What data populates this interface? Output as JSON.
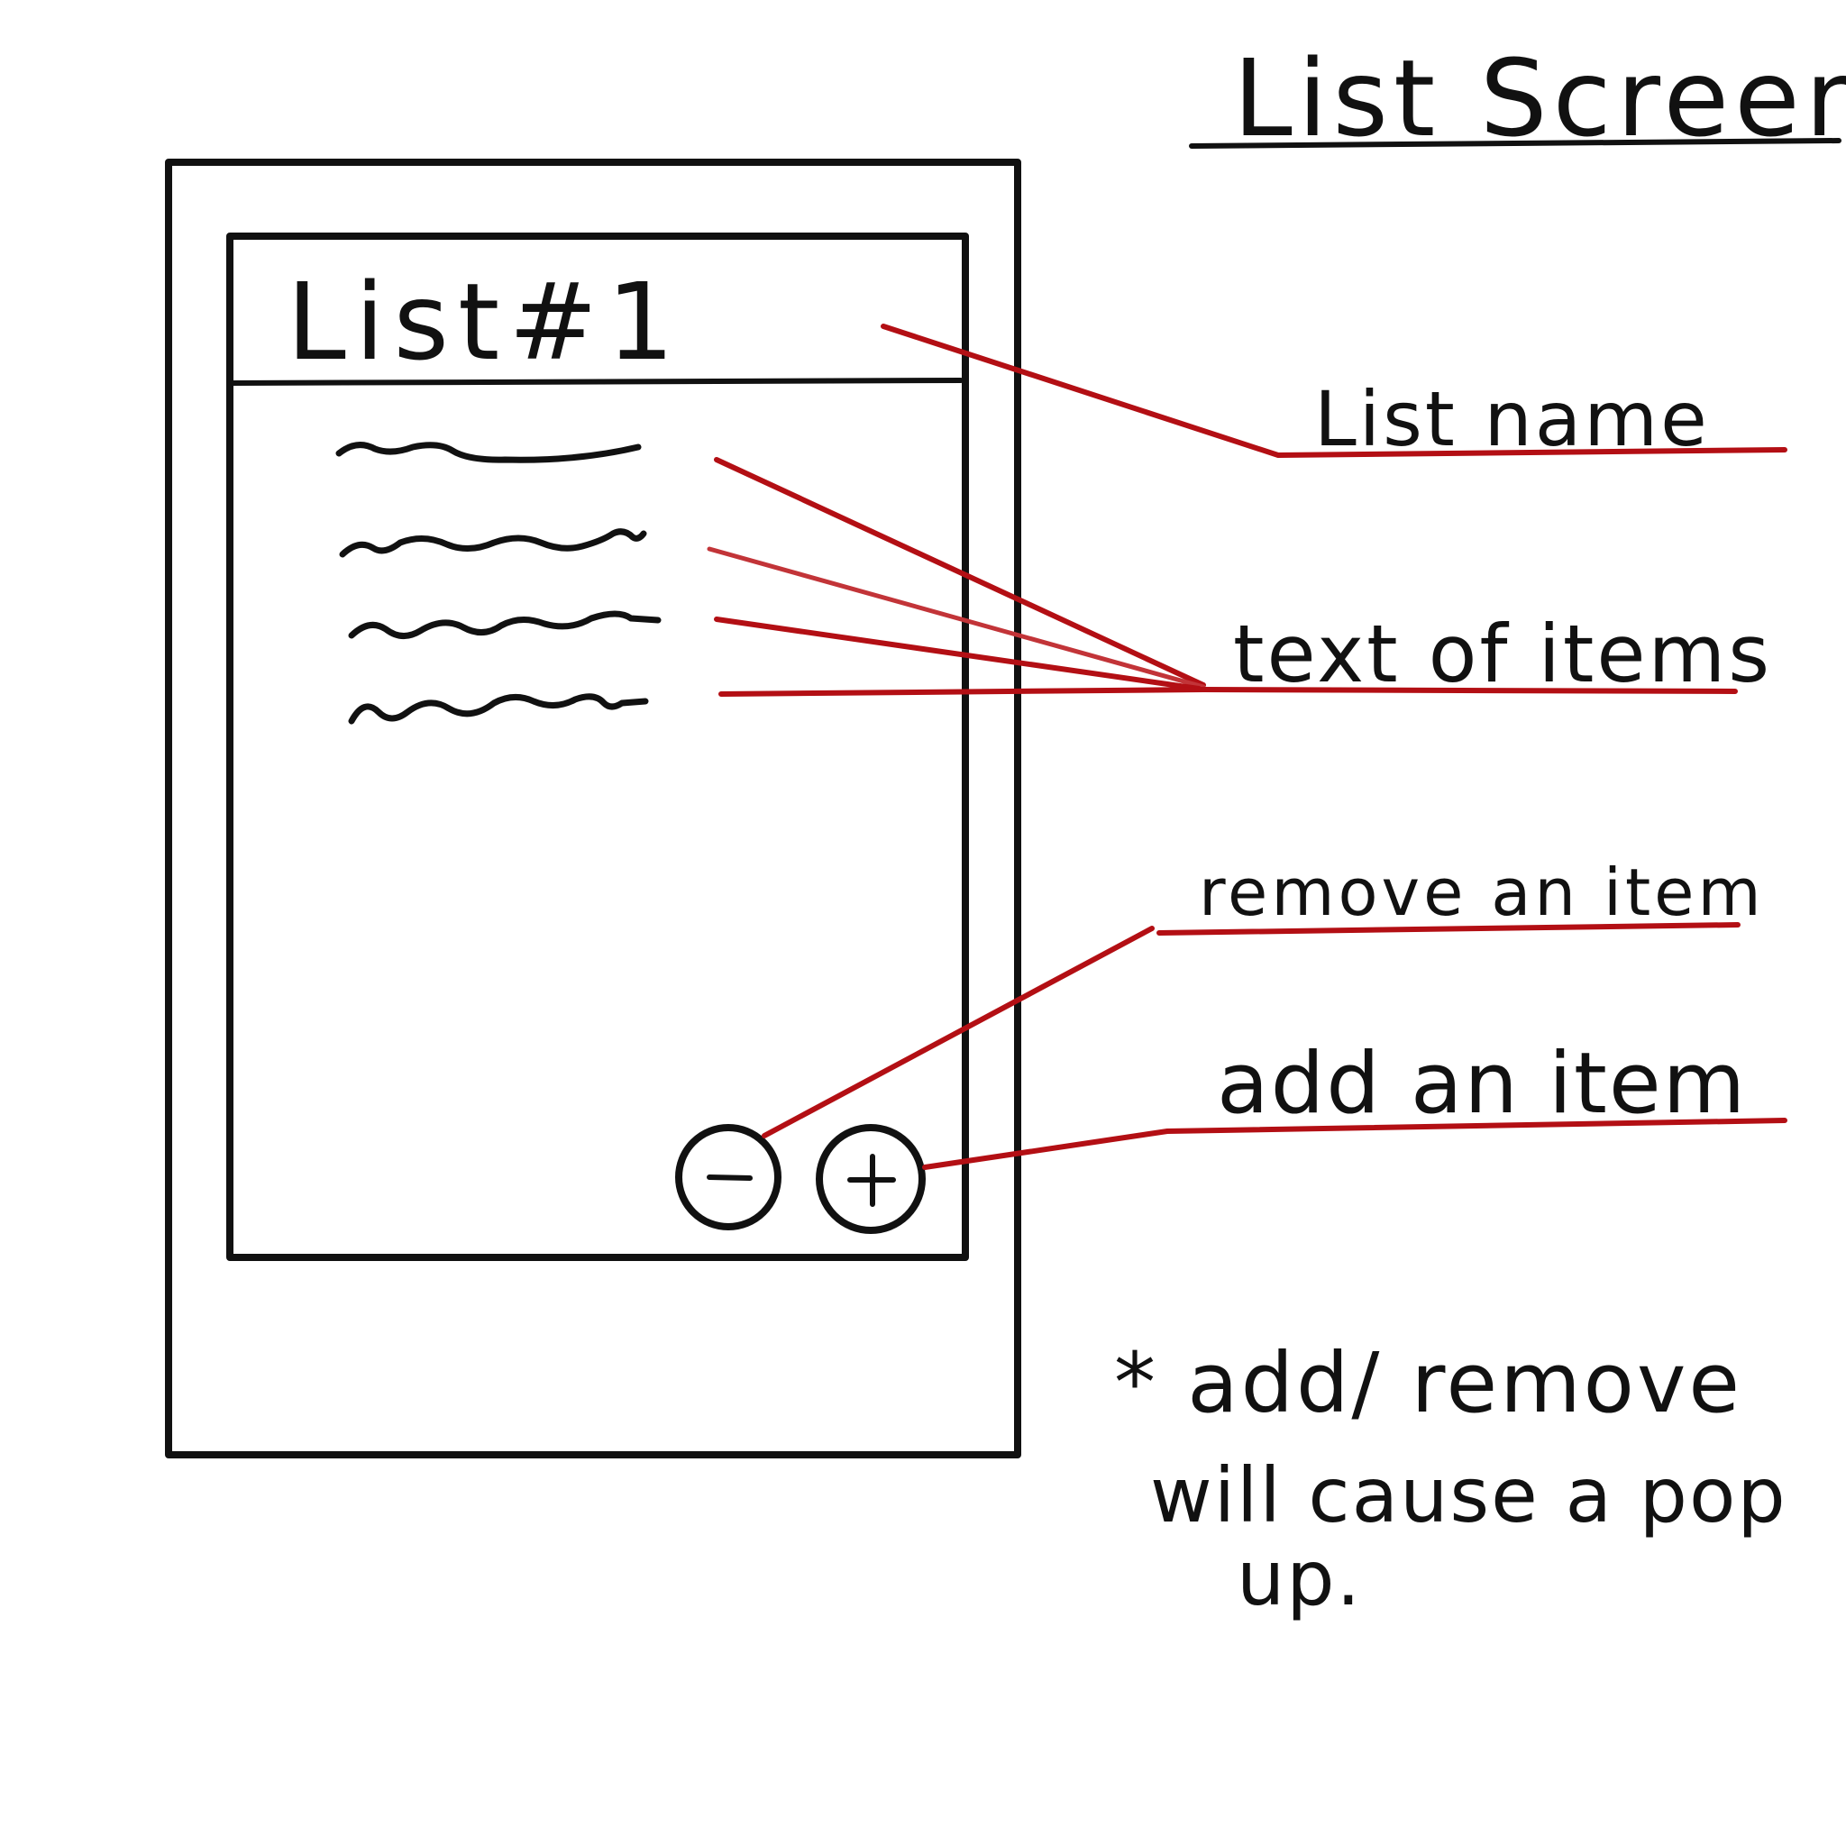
{
  "sheet": {
    "title": "List Screen",
    "annotations": {
      "list_name": "List name",
      "text_of_items": "text of items",
      "remove_item": "remove an item",
      "add_item": "add an item"
    },
    "note": {
      "line1": "* add/ remove",
      "line2": "will cause a pop",
      "line3": "up."
    }
  },
  "phone": {
    "list_title": "List#1",
    "remove_button_icon": "−",
    "add_button_icon": "+"
  },
  "colors": {
    "ink": "#111111",
    "annotation_red": "#b30f14"
  }
}
